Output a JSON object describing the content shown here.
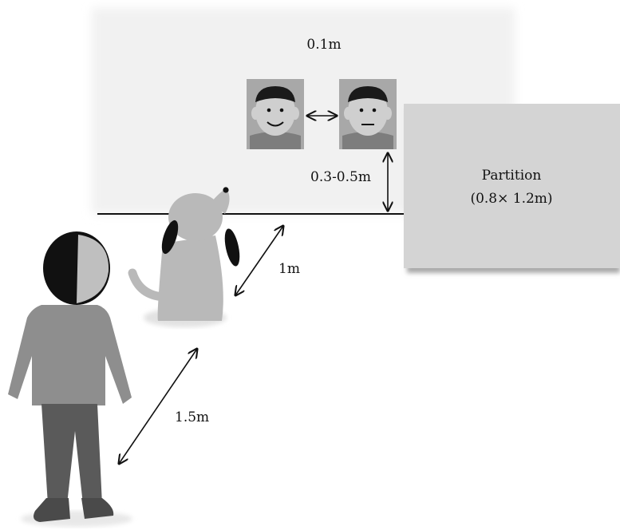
{
  "labels": {
    "face_gap": "0.1m",
    "face_height": "0.3-0.5m",
    "dog_distance": "1m",
    "person_distance": "1.5m",
    "partition_name": "Partition",
    "partition_size": "(0.8× 1.2m)"
  },
  "icons": {
    "smiling_face": "smiling-face-icon",
    "neutral_face": "neutral-face-icon",
    "dog": "dog-icon",
    "person": "person-icon"
  },
  "colors": {
    "wall": "#f2f2f2",
    "partition": "#d4d4d4",
    "figure_gray": "#b9b9b9",
    "shirt_gray": "#8e8e8e",
    "pants_gray": "#5a5a5a",
    "hair_black": "#111111"
  }
}
